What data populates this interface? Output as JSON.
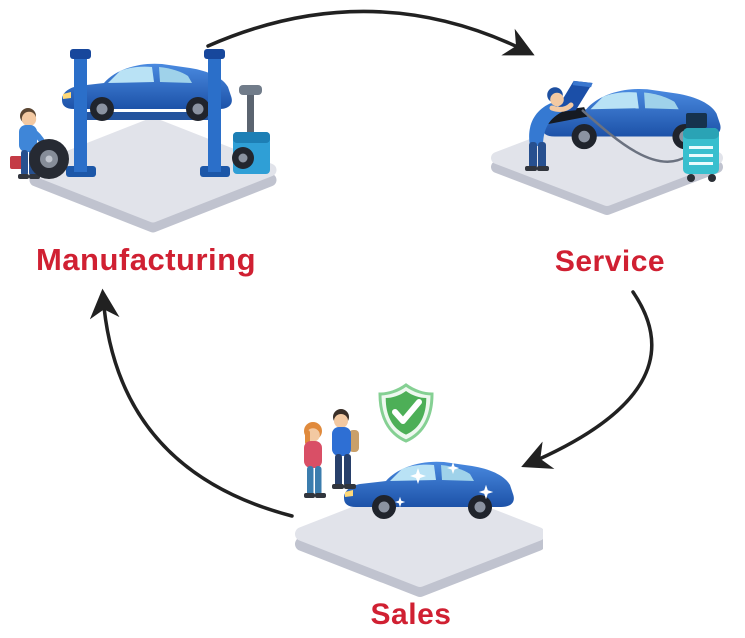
{
  "diagram": {
    "type": "cycle",
    "nodes": [
      {
        "id": "manufacturing",
        "label": "Manufacturing",
        "icon": "car-on-lift-with-mechanic-and-tire-scene"
      },
      {
        "id": "service",
        "label": "Service",
        "icon": "car-open-hood-with-mechanic-and-diagnostic-cart-scene"
      },
      {
        "id": "sales",
        "label": "Sales",
        "icon": "car-with-customers-and-quality-shield-scene"
      }
    ],
    "edges": [
      {
        "from": "manufacturing",
        "to": "service"
      },
      {
        "from": "service",
        "to": "sales"
      },
      {
        "from": "sales",
        "to": "manufacturing"
      }
    ],
    "icons": {
      "shield": "quality-check-shield-icon",
      "sparkles": "sparkle-icon",
      "tire": "tire-icon"
    },
    "colors": {
      "label_red": "#d02032",
      "arrow_black": "#212121",
      "car_blue": "#4a8ae0",
      "car_blue_dark": "#1d52a8",
      "window_blue": "#b9e2f5",
      "platform_top": "#e1e3ea",
      "platform_side": "#c0c3cf",
      "lift_blue": "#2b6fc9",
      "cart_teal": "#38bfce",
      "shield_green": "#4daf57",
      "uniform_blue": "#3f86d8"
    }
  }
}
